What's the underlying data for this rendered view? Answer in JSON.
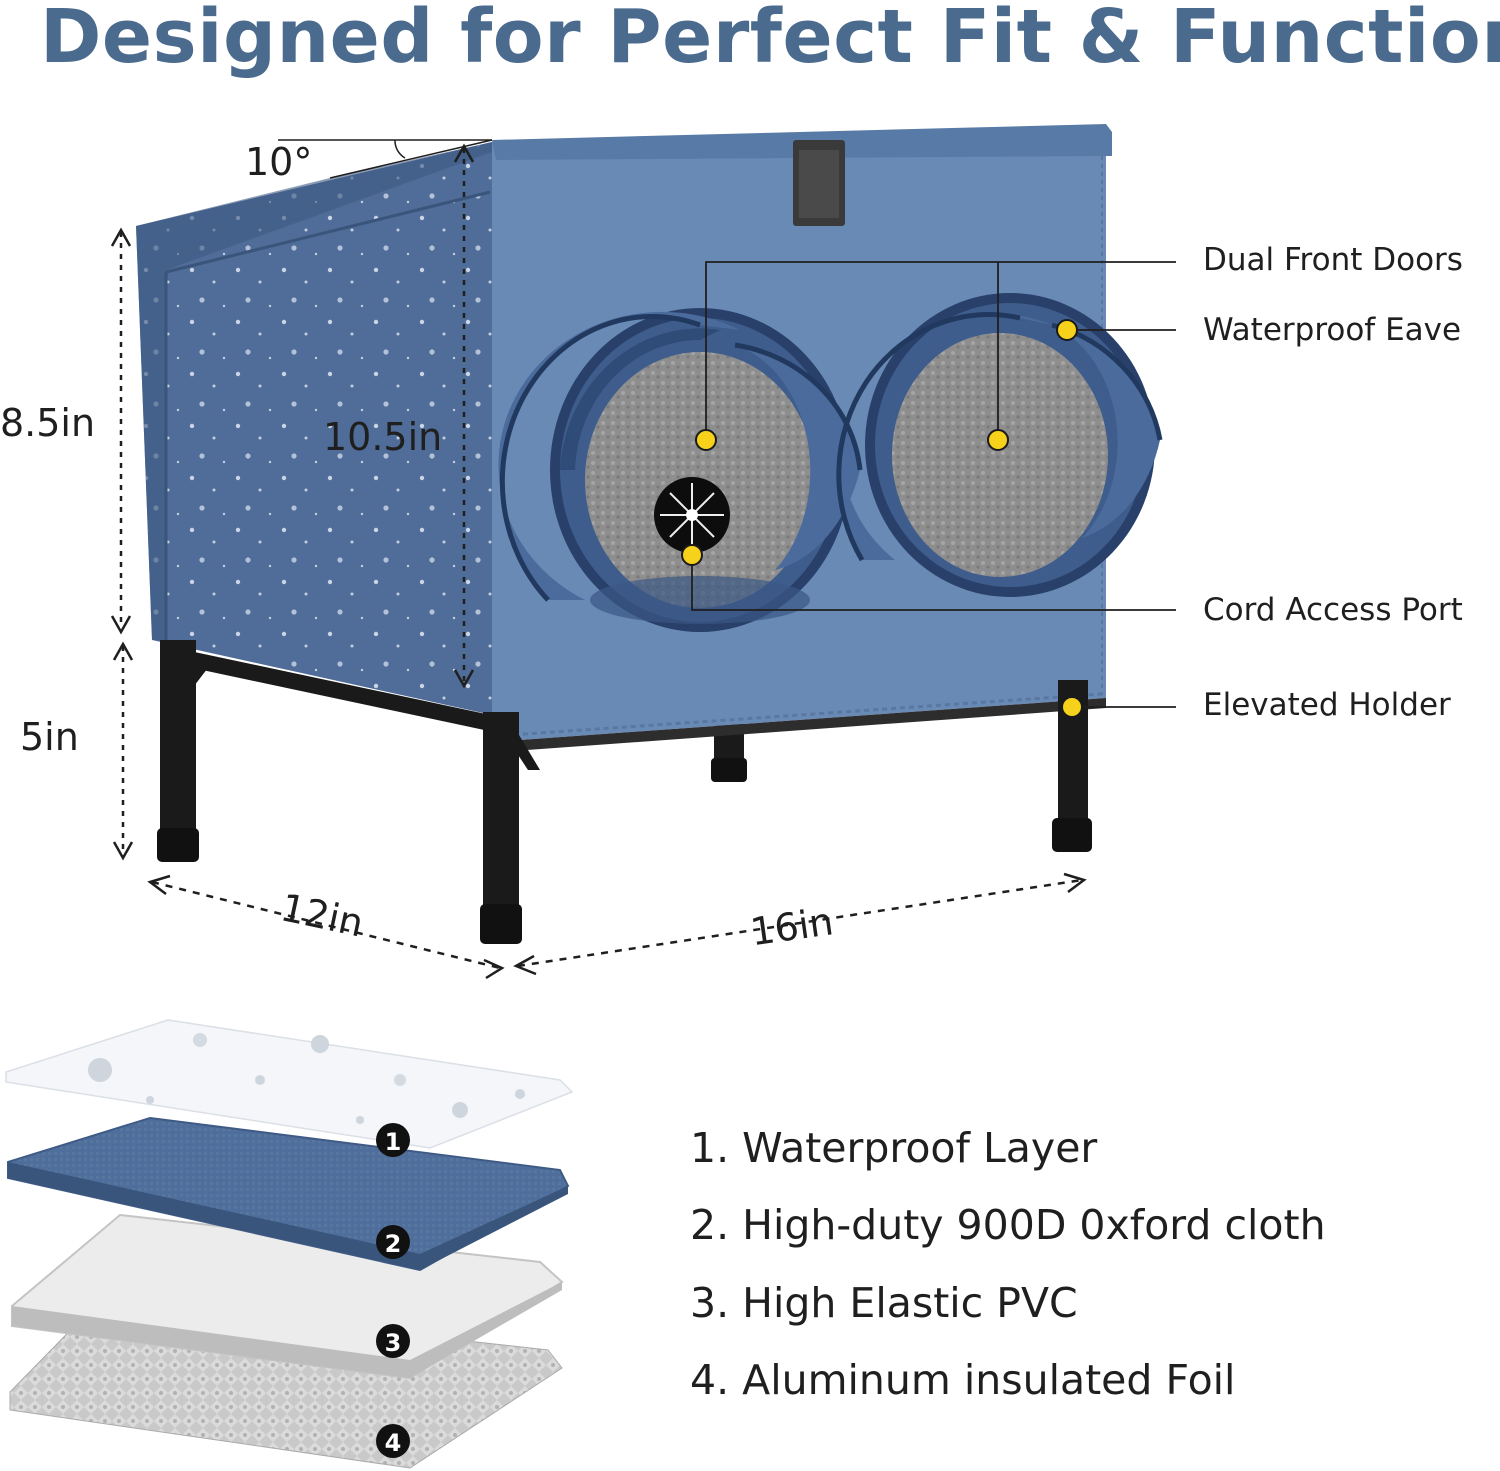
{
  "title": "Designed for Perfect Fit & Function",
  "colors": {
    "title": "#4a6a8e",
    "fabric_front": "#6a8ab6",
    "fabric_side": "#4f6d98",
    "frame": "#1a1a1a",
    "callout_dot": "#f6d21a"
  },
  "dimensions": {
    "roof_angle": "10°",
    "body_height": "8.5in",
    "inner_height": "10.5in",
    "leg_height": "5in",
    "depth": "12in",
    "width": "16in"
  },
  "callouts": [
    {
      "label": "Dual Front Doors"
    },
    {
      "label": "Waterproof Eave"
    },
    {
      "label": "Cord Access Port"
    },
    {
      "label": "Elevated Holder"
    }
  ],
  "layers": [
    {
      "number": "1",
      "label": "1. Waterproof Layer"
    },
    {
      "number": "2",
      "label": "2. High-duty 900D 0xford cloth"
    },
    {
      "number": "3",
      "label": "3. High Elastic PVC"
    },
    {
      "number": "4",
      "label": "4. Aluminum insulated Foil"
    }
  ]
}
